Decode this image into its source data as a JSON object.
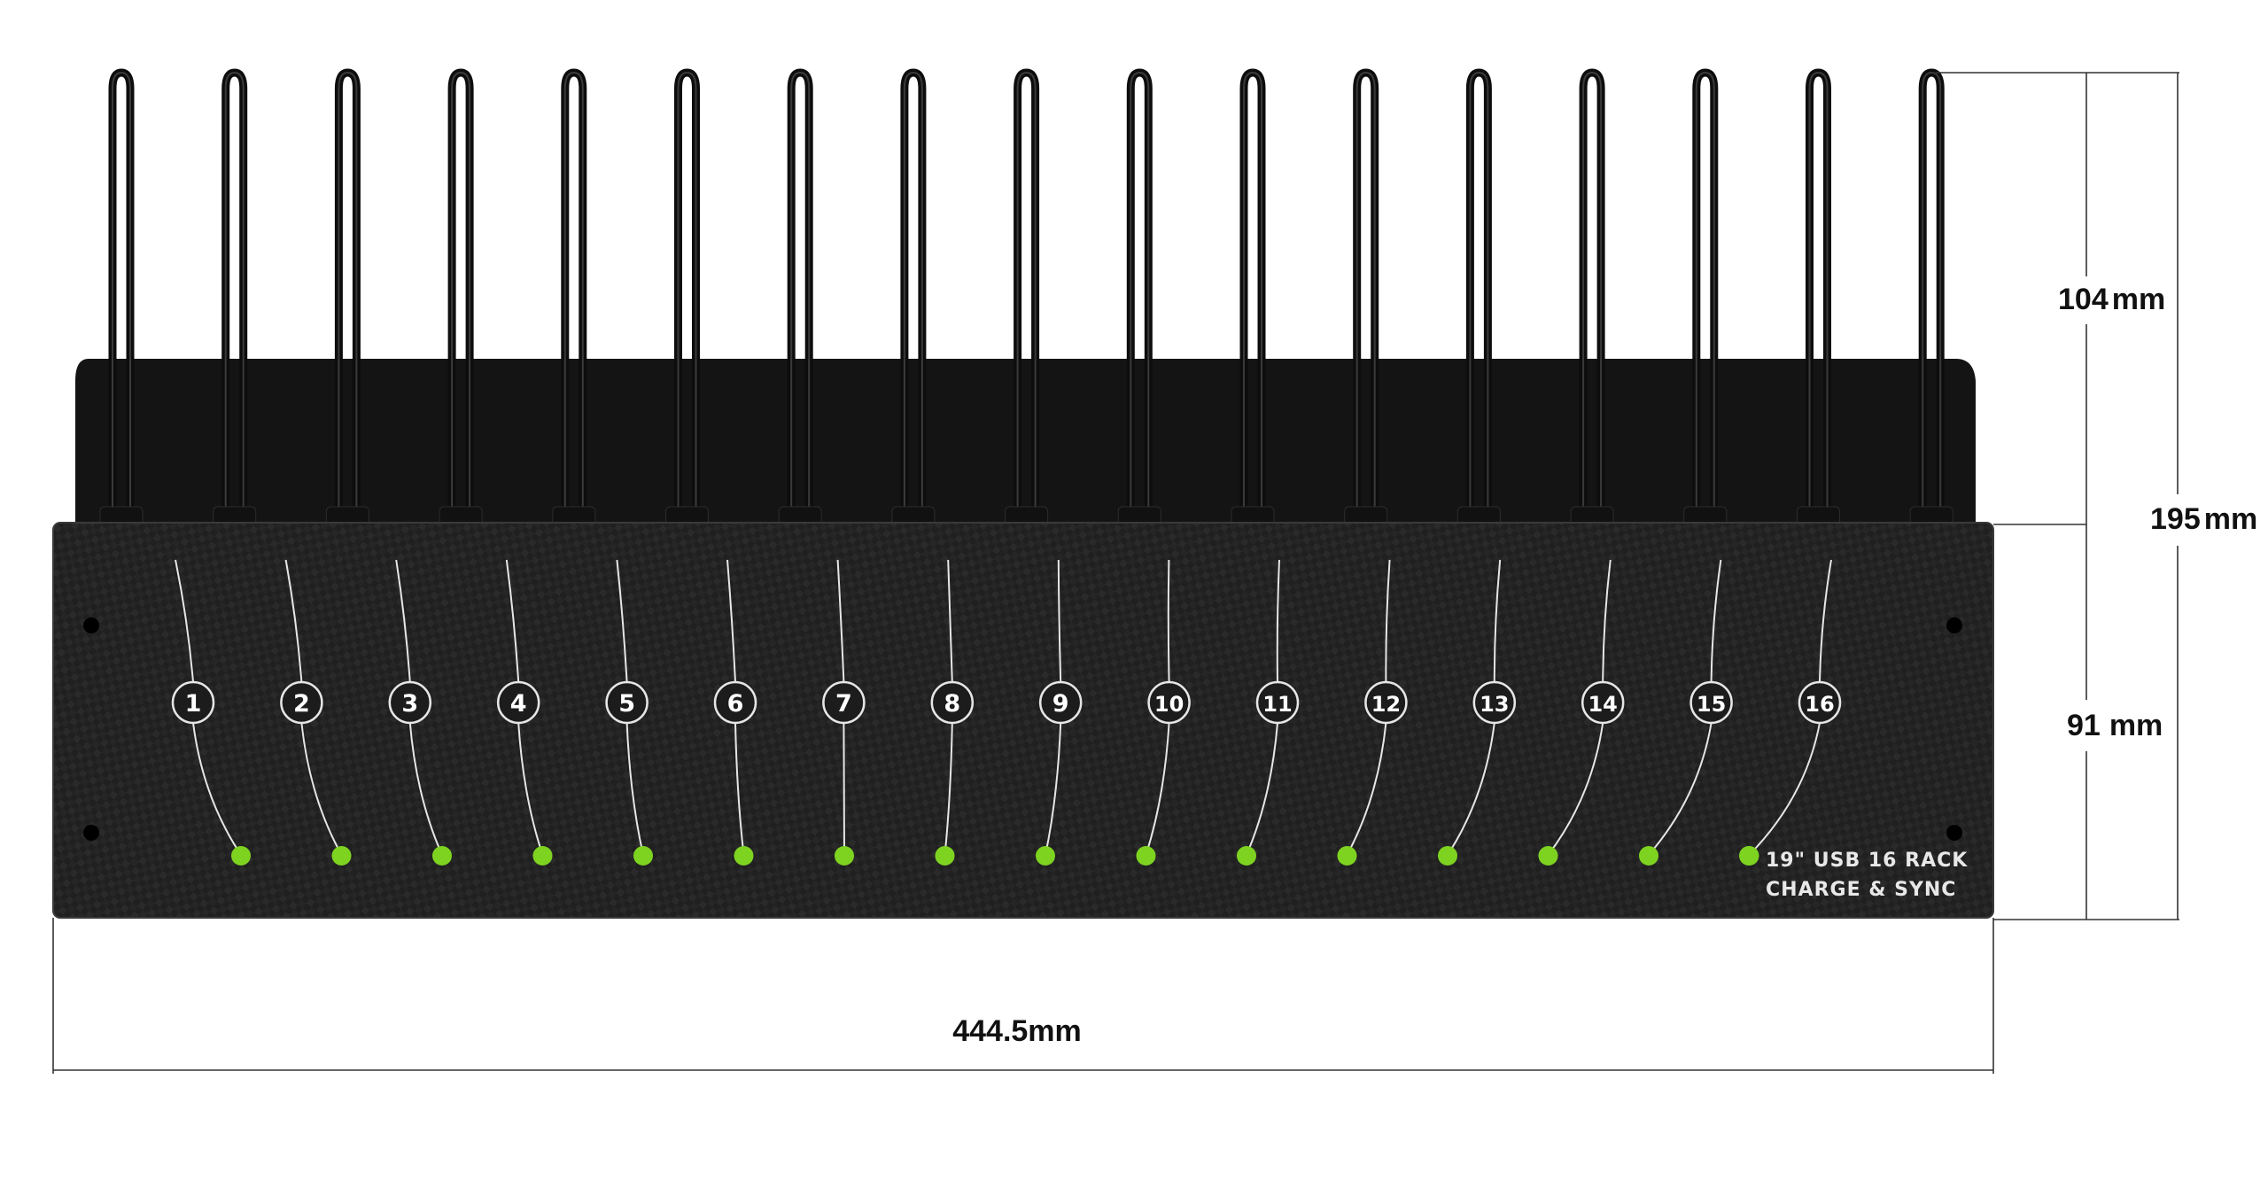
{
  "product": {
    "brand_line1": "19\" USB 16 RACK",
    "brand_line2": "CHARGE & SYNC",
    "port_count": 16,
    "ports": [
      "1",
      "2",
      "3",
      "4",
      "5",
      "6",
      "7",
      "8",
      "9",
      "10",
      "11",
      "12",
      "13",
      "14",
      "15",
      "16"
    ]
  },
  "dimensions": {
    "width": "444.5mm",
    "cable_height_value": "104",
    "cable_height_unit": "mm",
    "total_height_value": "195",
    "total_height_unit": "mm",
    "panel_height_value": "91",
    "panel_height_unit": "mm"
  },
  "colors": {
    "panel": "#1c1c1c",
    "back_plate": "#141414",
    "cable": "#0d0d0d",
    "led": "#7ed321",
    "dimension_line": "#333333",
    "text_light": "#ffffff"
  }
}
